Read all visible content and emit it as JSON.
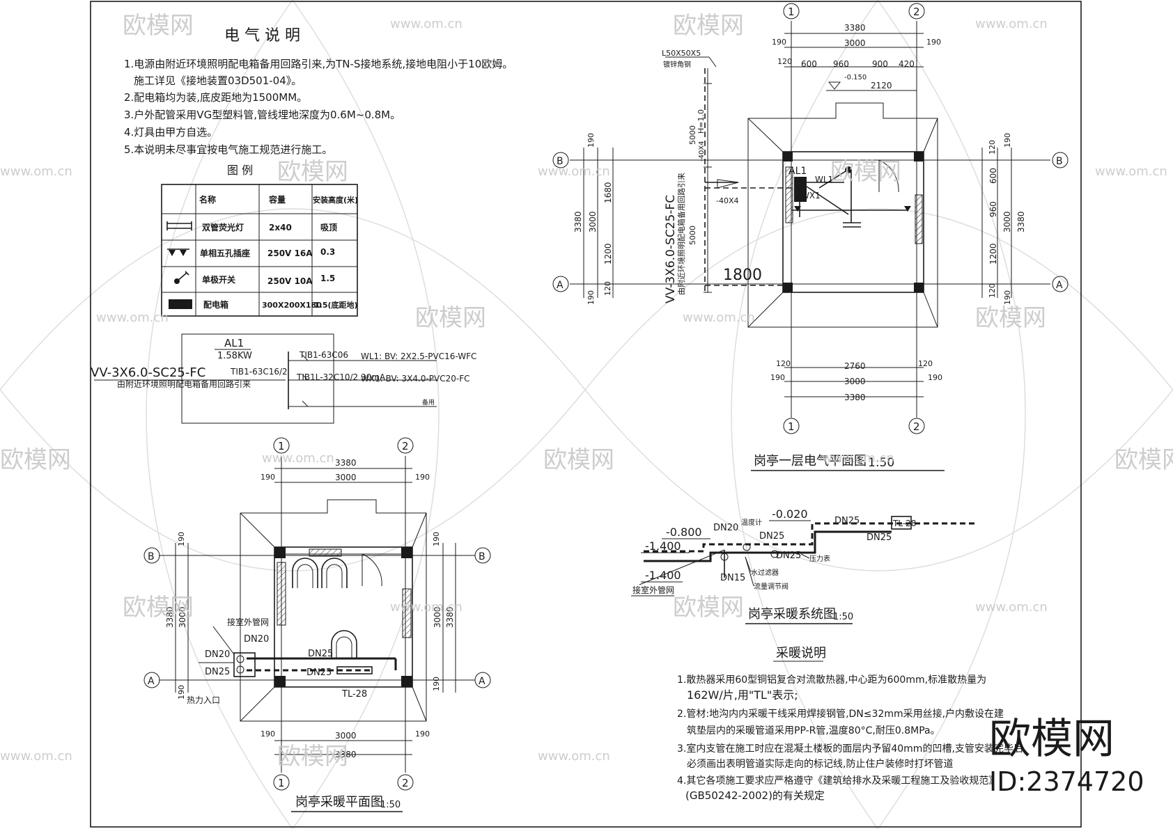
{
  "electrical_notes": {
    "title": "电 气 说 明",
    "items": [
      "1.电源由附近环境照明配电箱备用回路引来,为TN-S接地系统,接地电阻小于10欧姆。",
      "施工详见《接地装置03D501-04》。",
      "2.配电箱均为装,底皮距地为1500MM。",
      "3.户外配管采用VG型塑料管,管线埋地深度为0.6M~0.8M。",
      "4.灯具由甲方自选。",
      "5.本说明未尽事宜按电气施工规范进行施工。"
    ]
  },
  "legend": {
    "title": "图 例",
    "headers": [
      "名称",
      "容量",
      "安装高度(米)"
    ],
    "rows": [
      {
        "name": "双管荧光灯",
        "capacity": "2x40",
        "height": "吸顶"
      },
      {
        "name": "单相五孔插座",
        "capacity": "250V 16A",
        "height": "0.3"
      },
      {
        "name": "单极开关",
        "capacity": "250V 10A",
        "height": "1.5"
      },
      {
        "name": "配电箱",
        "capacity": "300X200X180",
        "height": "1.5(底距地)"
      }
    ]
  },
  "panel_schedule": {
    "box": "AL1",
    "power": "1.58KW",
    "incoming": "VV-3X6.0-SC25-FC",
    "main_breaker": "TIB1-63C16/2",
    "incoming_note": "由附近环境照明配电箱备用回路引来",
    "circuits": [
      {
        "breaker": "TIB1-63C06",
        "line": "WL1: BV: 2X2.5-PVC16-WFC"
      },
      {
        "breaker": "TIB1L-32C10/2 30mA",
        "line": "WX1: BV: 3X4.0-PVC20-FC"
      }
    ],
    "spare": "备用"
  },
  "plan_elec": {
    "title": "岗亭一层电气平面图",
    "scale": "1:50",
    "grid": [
      "1",
      "2",
      "A",
      "B"
    ],
    "dims_top": {
      "overall": "3380",
      "inner": "3000",
      "edge": "190",
      "small": "120",
      "segments": [
        "600",
        "960",
        "900",
        "420"
      ],
      "level": "-0.150",
      "seg2": "2120"
    },
    "dims_bottom": {
      "seg": "2760",
      "inner": "3000",
      "overall": "3380",
      "edge": "190",
      "small": "120"
    },
    "dims_left": {
      "overall": "3380",
      "inner": "3000",
      "seg1": "1680",
      "seg2": "1200",
      "edge": "190",
      "small": "120"
    },
    "dims_right": {
      "overall": "3380",
      "inner": "3000",
      "seg1": "600",
      "seg2": "960",
      "seg3": "1200",
      "edge": "190",
      "small": "120"
    },
    "angle_steel": "L50X50X5",
    "angle_note": "镀锌角钢",
    "ground": "-40X4",
    "ground2": "-40X4",
    "lengths": [
      "5000",
      "5000",
      "H=1.0"
    ],
    "feeder": "VV-3X6.0-SC25-FC",
    "feeder_note": "由附近环境照明配电箱备用回路引来",
    "distance": "1800",
    "labels": [
      "AL1",
      "WL1",
      "WX1"
    ]
  },
  "plan_heat": {
    "title": "岗亭采暖平面图",
    "scale": "1:50",
    "grid": [
      "1",
      "2",
      "A",
      "B"
    ],
    "dims": {
      "overall": "3380",
      "inner": "3000",
      "edge": "190"
    },
    "labels": [
      "接室外管网",
      "DN20",
      "DN20",
      "DN25",
      "DN25",
      "DN25",
      "TL-28",
      "热力入口"
    ]
  },
  "system_heat": {
    "title": "岗亭采暖系统图",
    "scale": "1:50",
    "levels": [
      "-0.020",
      "-0.800",
      "-1.400",
      "-1.400"
    ],
    "labels": [
      "温度计",
      "DN20",
      "DN25",
      "DN25",
      "DN25",
      "DN25",
      "TL-28",
      "压力表",
      "水过滤器",
      "流量调节阀",
      "DN15",
      "接室外管网"
    ]
  },
  "heating_notes": {
    "title": "采暖说明",
    "items": [
      "1.散热器采用60型铜铝复合对流散热器,中心距为600mm,标准散热量为",
      "162W/片,用\"TL\"表示;",
      "2.管材:地沟内内采暖干线采用焊接钢管,DN≤32mm采用丝接,户内敷设在建",
      "筑垫层内的采暖管道采用PP-R管,温度80°C,耐压0.8MPa。",
      "3.室内支管在施工时应在混凝土楼板的面层内予留40mm的凹槽,支管安装完毕后",
      "必须画出表明管道实际走向的标记线,防止住户装修时打坏管道",
      "4.其它各项施工要求应严格遵守《建筑给排水及采暖工程施工及验收规范》",
      "(GB50242-2002)的有关规定"
    ]
  },
  "watermark": {
    "brand": "欧模网",
    "url": "www.om.cn",
    "id": "ID:2374720"
  }
}
